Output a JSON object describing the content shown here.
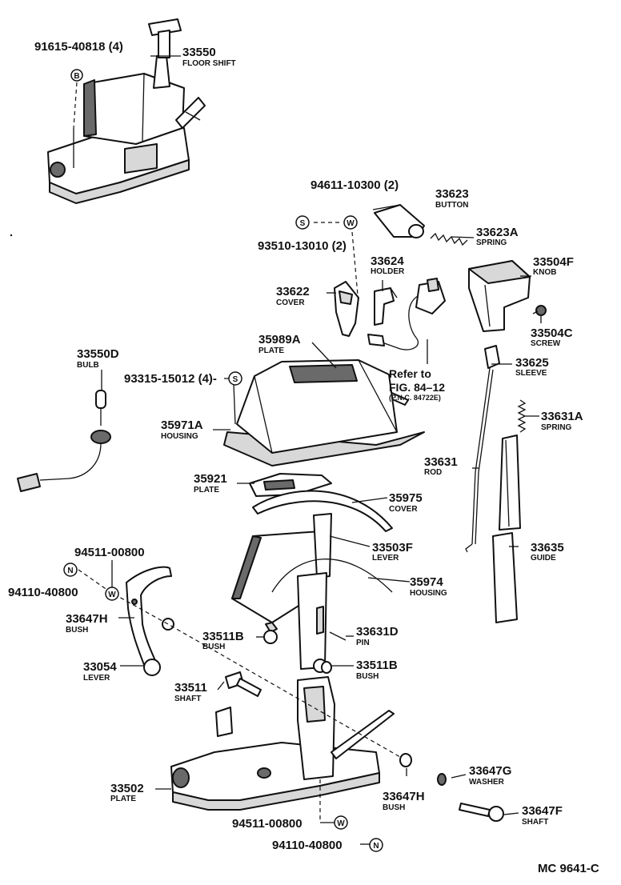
{
  "figure_code": "MC 9641-C",
  "reference": {
    "line1": "Refer to",
    "line2": "FIG. 84–12",
    "line3": "(P.N.C. 84722E)"
  },
  "symbols": {
    "s": "S",
    "w": "W",
    "n": "N",
    "b": "B"
  },
  "parts": [
    {
      "id": "33550",
      "name": "FLOOR SHIFT"
    },
    {
      "id": "91615-40818 (4)",
      "name": ""
    },
    {
      "id": "94611-10300 (2)",
      "name": ""
    },
    {
      "id": "33623",
      "name": "BUTTON"
    },
    {
      "id": "33623A",
      "name": "SPRING"
    },
    {
      "id": "93510-13010 (2)",
      "name": ""
    },
    {
      "id": "33624",
      "name": "HOLDER"
    },
    {
      "id": "33504F",
      "name": "KNOB"
    },
    {
      "id": "33622",
      "name": "COVER"
    },
    {
      "id": "33504C",
      "name": "SCREW"
    },
    {
      "id": "35989A",
      "name": "PLATE"
    },
    {
      "id": "33625",
      "name": "SLEEVE"
    },
    {
      "id": "33550D",
      "name": "BULB"
    },
    {
      "id": "93315-15012 (4)-",
      "name": ""
    },
    {
      "id": "33631A",
      "name": "SPRING"
    },
    {
      "id": "35971A",
      "name": "HOUSING"
    },
    {
      "id": "33631",
      "name": "ROD"
    },
    {
      "id": "35921",
      "name": "PLATE"
    },
    {
      "id": "35975",
      "name": "COVER"
    },
    {
      "id": "33503F",
      "name": "LEVER"
    },
    {
      "id": "33635",
      "name": "GUIDE"
    },
    {
      "id": "94511-00800",
      "name": ""
    },
    {
      "id": "35974",
      "name": "HOUSING"
    },
    {
      "id": "94110-40800",
      "name": ""
    },
    {
      "id": "33647H",
      "name": "BUSH"
    },
    {
      "id": "33511B",
      "name": "BUSH"
    },
    {
      "id": "33631D",
      "name": "PIN"
    },
    {
      "id": "33054",
      "name": "LEVER"
    },
    {
      "id": "33511B",
      "name": "BUSH"
    },
    {
      "id": "33511",
      "name": "SHAFT"
    },
    {
      "id": "33647G",
      "name": "WASHER"
    },
    {
      "id": "33502",
      "name": "PLATE"
    },
    {
      "id": "33647H",
      "name": "BUSH"
    },
    {
      "id": "33647F",
      "name": "SHAFT"
    },
    {
      "id": "94511-00800",
      "name": ""
    },
    {
      "id": "94110-40800",
      "name": ""
    }
  ]
}
